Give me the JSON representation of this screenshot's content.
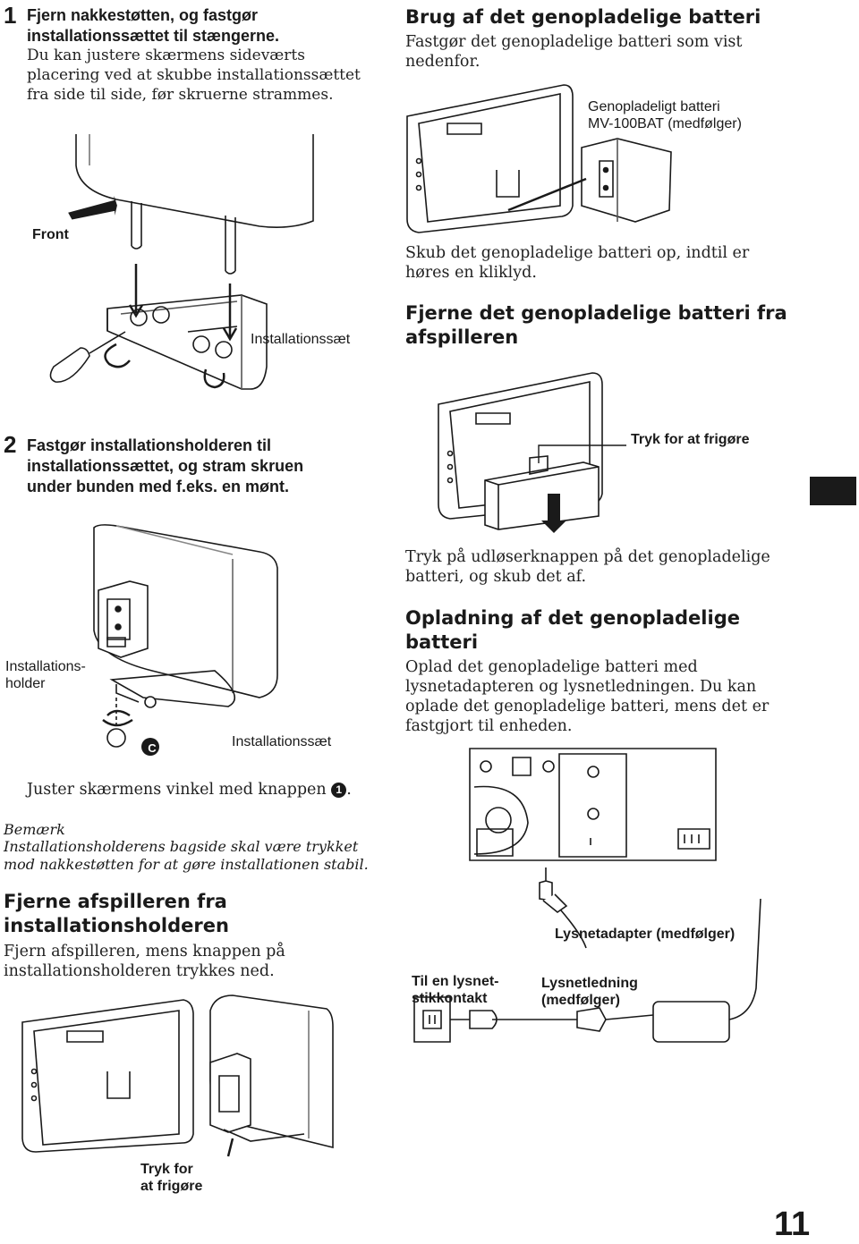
{
  "step1": {
    "number": "1",
    "title": "Fjern nakkestøtten, og fastgør installationssættet til stængerne.",
    "detail": "Du kan justere skærmens sideværts placering ved at skubbe installationssættet fra side til side, før skruerne strammes."
  },
  "fig1": {
    "label_front": "Front",
    "label_kit": "Installationssæt"
  },
  "step2": {
    "number": "2",
    "title": "Fastgør installationsholderen til installationssættet, og stram skruen under bunden med f.eks. en mønt."
  },
  "fig2": {
    "label_holder": "Installations-\nholder",
    "label_coin": "C",
    "label_kit": "Installationssæt"
  },
  "adjust_text_before": "Juster skærmens vinkel med knappen ",
  "adjust_ref": "1",
  "adjust_text_after": ".",
  "note": {
    "heading": "Bemærk",
    "text": "Installationsholderens bagside skal være trykket mod nakkestøtten for at gøre installationen stabil."
  },
  "remove_player": {
    "heading": "Fjerne afspilleren fra installationsholderen",
    "text": "Fjern afspilleren, mens knappen på installationsholderen trykkes ned.",
    "label_press": "Tryk for\nat frigøre"
  },
  "attach_battery": {
    "heading": "Brug af det genopladelige batteri",
    "text": "Fastgør det genopladelige batteri som vist nedenfor.",
    "label_battery": "Genopladeligt batteri\nMV-100BAT (medfølger)",
    "after_text": "Skub det genopladelige batteri op, indtil er høres en kliklyd."
  },
  "remove_battery": {
    "heading": "Fjerne det genopladelige batteri fra afspilleren",
    "label_press": "Tryk for at frigøre",
    "after_text": "Tryk på udløserknappen på det genopladelige batteri, og skub det af."
  },
  "charging": {
    "heading": "Opladning af det genopladelige batteri",
    "text": "Oplad det genopladelige batteri med lysnetadapteren og lysnetledningen. Du kan oplade det genopladelige batteri, mens det er fastgjort til enheden.",
    "label_adapter": "Lysnetadapter (medfølger)",
    "label_outlet": "Til en lysnet-\nstikkontakt",
    "label_cord": "Lysnetledning\n(medfølger)"
  },
  "page_number": "11"
}
